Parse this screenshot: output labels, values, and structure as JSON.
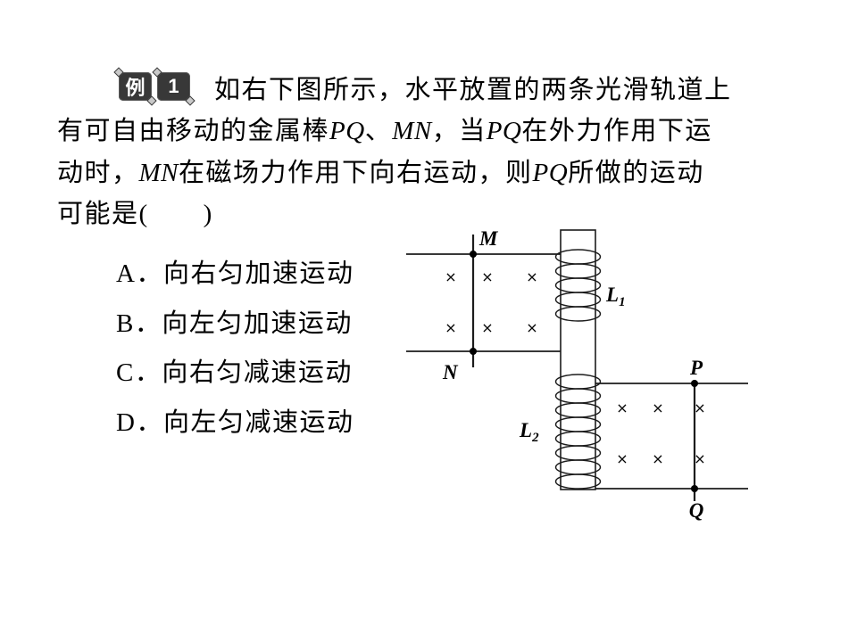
{
  "badge": {
    "chars": [
      "例",
      "1"
    ]
  },
  "problem": {
    "lines": [
      [
        "如右下图所示，水平放置的两条光滑轨道上"
      ],
      [
        "有可自由移动的金属棒",
        "PQ",
        "、",
        "MN",
        "，当",
        "PQ",
        "在外力作用下运"
      ],
      [
        "动时，",
        "MN",
        "在磁场力作用下向右运动，则",
        "PQ",
        "所做的运动"
      ],
      [
        "可能是(　　)"
      ]
    ]
  },
  "options": [
    "A．向右匀加速运动",
    "B．向左匀加速运动",
    "C．向右匀减速运动",
    "D．向左匀减速运动"
  ],
  "diagram": {
    "field_symbol": "×",
    "labels": {
      "M": "M",
      "N": "N",
      "P": "P",
      "Q": "Q",
      "L1": {
        "base": "L",
        "sub": "1"
      },
      "L2": {
        "base": "L",
        "sub": "2"
      }
    }
  }
}
